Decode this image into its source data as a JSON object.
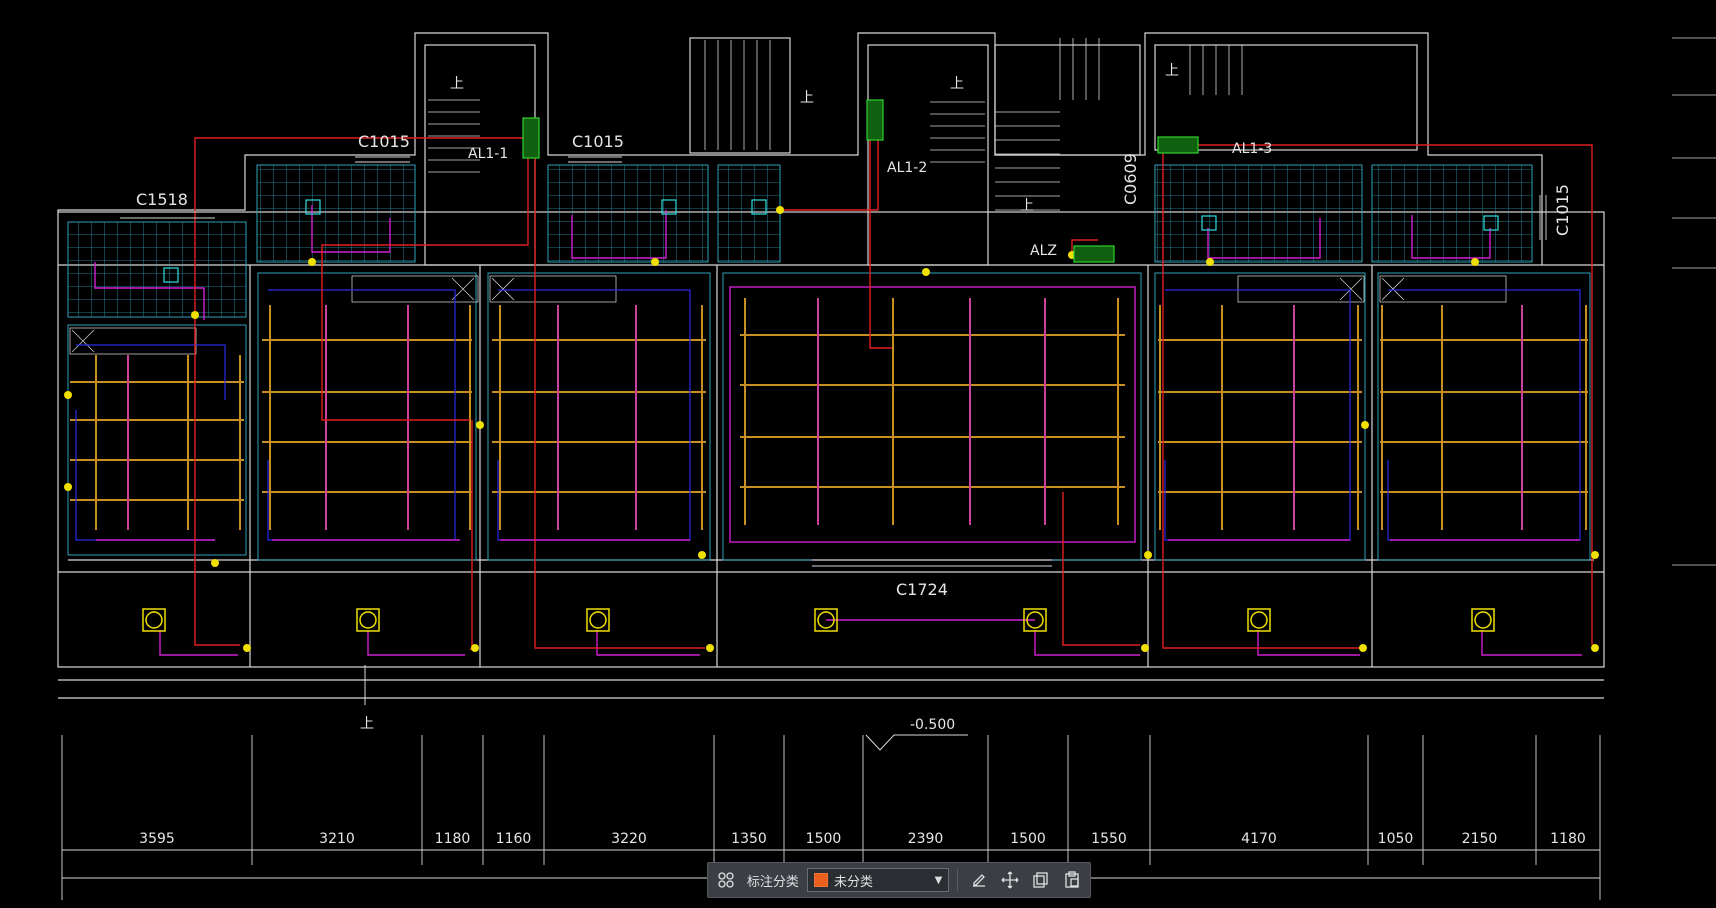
{
  "drawing": {
    "window_labels": [
      "C1518",
      "C1015",
      "C1015",
      "C0609",
      "C1015",
      "C1724"
    ],
    "panel_labels": [
      "AL1-1",
      "AL1-2",
      "AL1-3",
      "ALZ"
    ],
    "stair_mark": "上",
    "level_mark": "-0.500",
    "dimensions": [
      "3595",
      "3210",
      "1180",
      "1160",
      "3220",
      "1350",
      "1500",
      "2390",
      "1500",
      "1550",
      "4170",
      "1050",
      "2150",
      "1180"
    ]
  },
  "toolbar": {
    "category_label": "标注分类",
    "category_value": "未分类",
    "swatch_color": "#e8601c",
    "icons": [
      "grid-icon",
      "edit-icon",
      "move-icon",
      "copy-icon",
      "paste-icon"
    ]
  },
  "colors": {
    "wall": "#d8d8d8",
    "tile": "#2fa0b8",
    "red_wire": "#e02020",
    "blue_wire": "#2a2ae8",
    "magenta_wire": "#d020d0",
    "yellow": "#f0e000",
    "light_fixture": "#c89020"
  }
}
